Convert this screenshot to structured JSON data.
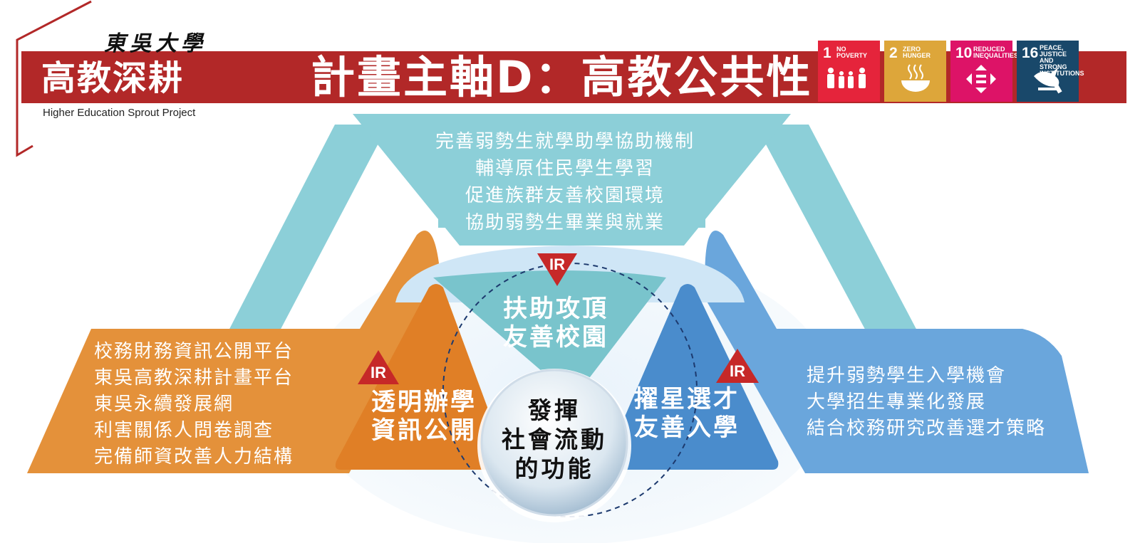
{
  "brand": {
    "university": "東吳大學",
    "program": "高教深耕",
    "program_en": "Higher Education Sprout Project"
  },
  "title": "計畫主軸D：高教公共性",
  "sdgs": [
    {
      "number": "1",
      "label": "NO POVERTY",
      "color": "#e5243b",
      "icon": "family-icon"
    },
    {
      "number": "2",
      "label": "ZERO HUNGER",
      "color": "#dda63a",
      "icon": "bowl-icon"
    },
    {
      "number": "10",
      "label": "REDUCED INEQUALITIES",
      "color": "#dd1367",
      "icon": "equality-arrows-icon"
    },
    {
      "number": "16",
      "label": "PEACE, JUSTICE AND STRONG INSTITUTIONS",
      "color": "#19486a",
      "icon": "dove-gavel-icon"
    }
  ],
  "top_list": [
    "完善弱勢生就學助學協助機制",
    "輔導原住民學生學習",
    "促進族群友善校園環境",
    "協助弱勢生畢業與就業"
  ],
  "left_list": [
    "校務財務資訊公開平台",
    "東吳高教深耕計畫平台",
    "東吳永續發展網",
    "利害關係人問卷調查",
    "完備師資改善人力結構"
  ],
  "right_list": [
    "提升弱勢學生入學機會",
    "大學招生專業化發展",
    "結合校務研究改善選才策略"
  ],
  "pillars": {
    "top": [
      "扶助攻頂",
      "友善校園"
    ],
    "left": [
      "透明辦學",
      "資訊公開"
    ],
    "right": [
      "擢星選才",
      "友善入學"
    ]
  },
  "ir_label": "IR",
  "hub": [
    "發揮",
    "社會流動",
    "的功能"
  ],
  "colors": {
    "banner": "#b22828",
    "teal": "#8ccfd8",
    "orange": "#e4913a",
    "blue": "#6aa6dc"
  }
}
